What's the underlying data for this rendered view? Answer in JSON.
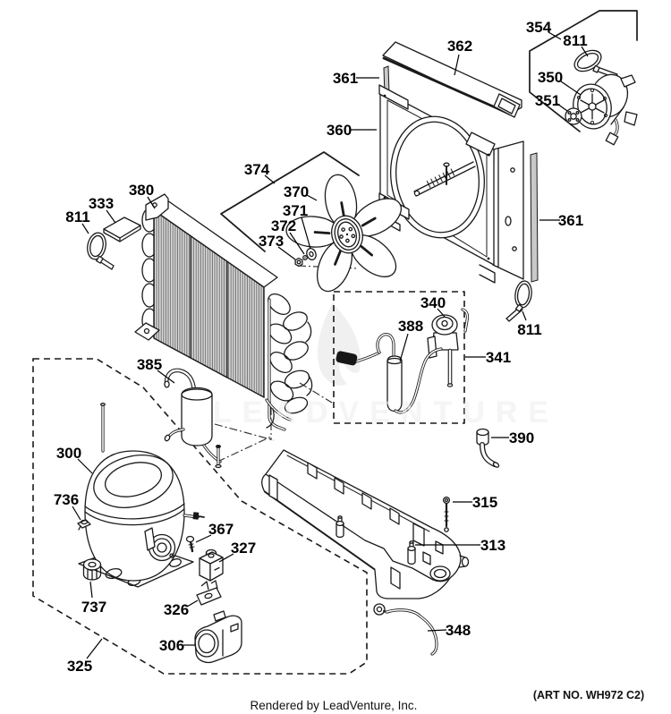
{
  "page": {
    "background": "#ffffff",
    "watermark_text": "LEADVENTURE",
    "footer_left": "Rendered by LeadVenture, Inc.",
    "footer_right": "(ART NO. WH972 C2)"
  },
  "diagram": {
    "colors": {
      "line": "#1a1a1a",
      "metal_gray": "#c9c9c9",
      "watermark": "#eaeaea"
    },
    "callouts": [
      {
        "label": "354"
      },
      {
        "label": "811"
      },
      {
        "label": "350"
      },
      {
        "label": "351"
      },
      {
        "label": "362"
      },
      {
        "label": "361"
      },
      {
        "label": "360"
      },
      {
        "label": "374"
      },
      {
        "label": "370"
      },
      {
        "label": "371"
      },
      {
        "label": "372"
      },
      {
        "label": "373"
      },
      {
        "label": "361"
      },
      {
        "label": "811"
      },
      {
        "label": "380"
      },
      {
        "label": "333"
      },
      {
        "label": "811"
      },
      {
        "label": "385"
      },
      {
        "label": "340"
      },
      {
        "label": "388"
      },
      {
        "label": "341"
      },
      {
        "label": "390"
      },
      {
        "label": "315"
      },
      {
        "label": "313"
      },
      {
        "label": "348"
      },
      {
        "label": "300"
      },
      {
        "label": "736"
      },
      {
        "label": "367"
      },
      {
        "label": "327"
      },
      {
        "label": "737"
      },
      {
        "label": "326"
      },
      {
        "label": "306"
      },
      {
        "label": "325"
      }
    ]
  }
}
